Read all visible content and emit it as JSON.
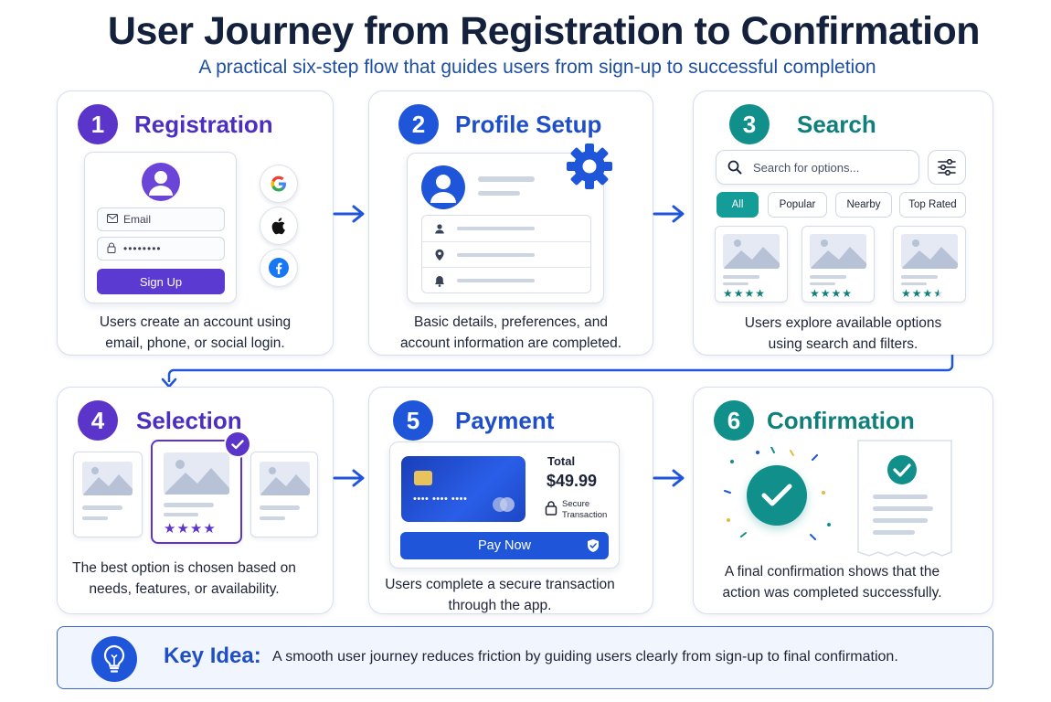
{
  "title": "User Journey from Registration to Confirmation",
  "subtitle": "A practical six-step flow that guides users from sign-up to successful completion",
  "steps": [
    {
      "number": "1",
      "title": "Registration",
      "caption_line1": "Users create an account using",
      "caption_line2": "email, phone, or social login.",
      "email_placeholder": "Email",
      "password_value": "••••••••",
      "signup_label": "Sign Up",
      "social_icons": [
        "google-icon",
        "apple-icon",
        "facebook-icon"
      ]
    },
    {
      "number": "2",
      "title": "Profile Setup",
      "caption_line1": "Basic details, preferences, and",
      "caption_line2": "account information are completed.",
      "row_icons": [
        "user-icon",
        "location-pin-icon",
        "bell-icon"
      ]
    },
    {
      "number": "3",
      "title": "Search",
      "caption_line1": "Users explore available options",
      "caption_line2": "using search and filters.",
      "search_placeholder": "Search for options...",
      "chips": [
        "All",
        "Popular",
        "Nearby",
        "Top Rated"
      ],
      "ratings": [
        4,
        4,
        3.5
      ]
    },
    {
      "number": "4",
      "title": "Selection",
      "caption_line1": "The best option is chosen based on",
      "caption_line2": "needs, features, or availability.",
      "selected_rating": 4
    },
    {
      "number": "5",
      "title": "Payment",
      "caption_line1": "Users complete a secure transaction",
      "caption_line2": "through the app.",
      "card_number": "•••• •••• ••••",
      "total_label": "Total",
      "total_amount": "$49.99",
      "secure_line1": "Secure",
      "secure_line2": "Transaction",
      "pay_label": "Pay Now"
    },
    {
      "number": "6",
      "title": "Confirmation",
      "caption_line1": "A final confirmation shows that the",
      "caption_line2": "action was completed successfully."
    }
  ],
  "key_idea": {
    "label": "Key Idea:",
    "text": "A smooth user journey reduces friction by guiding users clearly from sign-up to final confirmation."
  },
  "colors": {
    "purple": "#5b35c9",
    "blue": "#1f56d9",
    "teal": "#118f8b",
    "star": "#0f7f7b"
  }
}
